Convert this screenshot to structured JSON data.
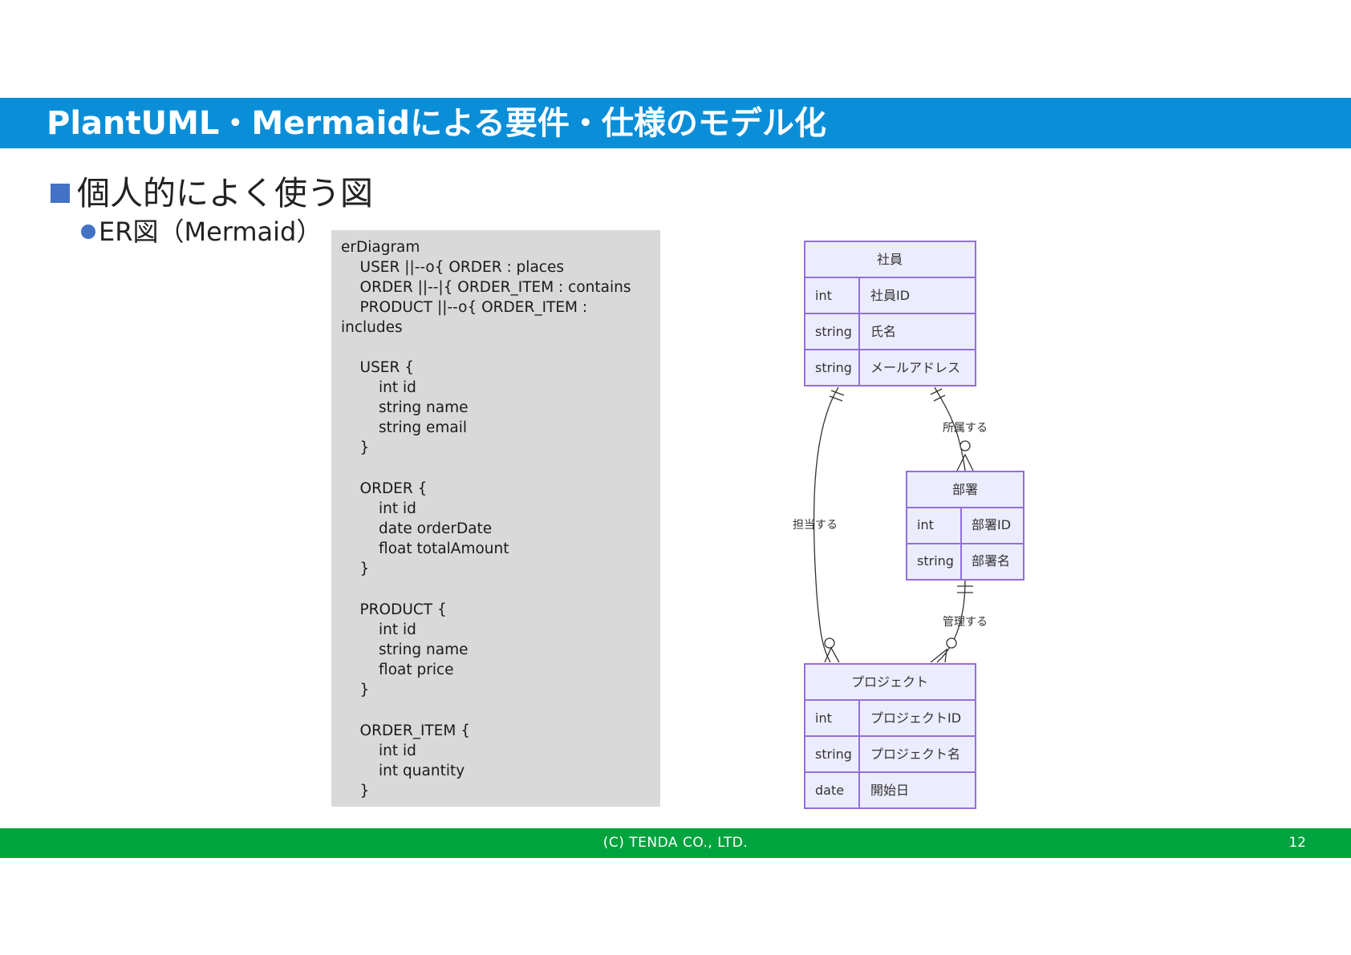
{
  "header": {
    "title": "PlantUML・Mermaidによる要件・仕様のモデル化"
  },
  "content": {
    "heading": "個人的によく使う図",
    "subheading": "ER図（Mermaid）",
    "code_lines": [
      "erDiagram",
      "    USER ||--o{ ORDER : places",
      "    ORDER ||--|{ ORDER_ITEM : contains",
      "    PRODUCT ||--o{ ORDER_ITEM :",
      "includes",
      "",
      "    USER {",
      "        int id",
      "        string name",
      "        string email",
      "    }",
      "",
      "    ORDER {",
      "        int id",
      "        date orderDate",
      "        float totalAmount",
      "    }",
      "",
      "    PRODUCT {",
      "        int id",
      "        string name",
      "        float price",
      "    }",
      "",
      "    ORDER_ITEM {",
      "        int id",
      "        int quantity",
      "    }"
    ]
  },
  "diagram": {
    "entities": {
      "employee": {
        "name": "社員",
        "attributes": [
          {
            "type": "int",
            "name": "社員ID"
          },
          {
            "type": "string",
            "name": "氏名"
          },
          {
            "type": "string",
            "name": "メールアドレス"
          }
        ]
      },
      "department": {
        "name": "部署",
        "attributes": [
          {
            "type": "int",
            "name": "部署ID"
          },
          {
            "type": "string",
            "name": "部署名"
          }
        ]
      },
      "project": {
        "name": "プロジェクト",
        "attributes": [
          {
            "type": "int",
            "name": "プロジェクトID"
          },
          {
            "type": "string",
            "name": "プロジェクト名"
          },
          {
            "type": "date",
            "name": "開始日"
          }
        ]
      }
    },
    "relationships": {
      "belongs": "所属する",
      "charge": "担当する",
      "manage": "管理する"
    },
    "colors": {
      "entity_fill": "#ececff",
      "entity_stroke": "#9370db",
      "line": "#333333"
    }
  },
  "footer": {
    "copyright": "(C) TENDA CO., LTD.",
    "page_number": "12"
  }
}
